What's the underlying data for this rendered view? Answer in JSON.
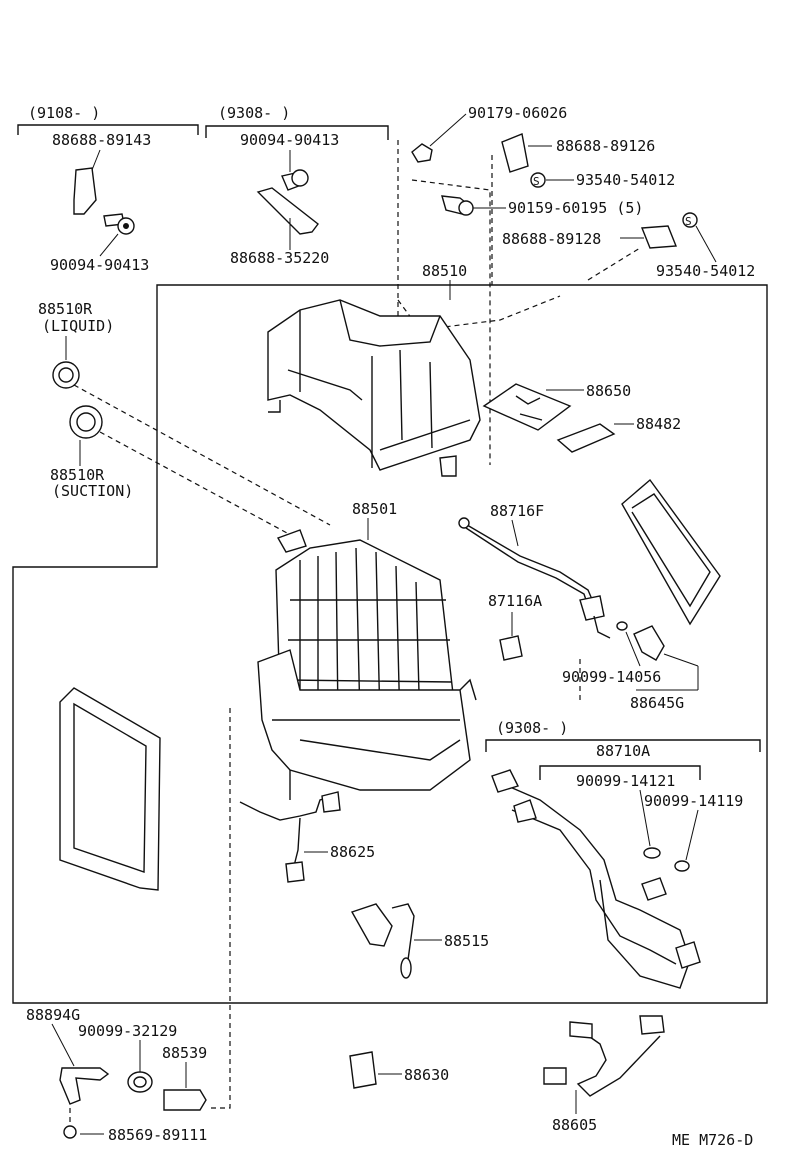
{
  "footer_code": "ME  M726-D",
  "groups": {
    "g9108": "(9108-        )",
    "g9308a": "(9308-        )",
    "g9308b": "(9308-        )"
  },
  "parts": {
    "p88688_89143": "88688-89143",
    "p90094_90413a": "90094-90413",
    "p90094_90413b": "90094-90413",
    "p88688_35220": "88688-35220",
    "p90179_06026": "90179-06026",
    "p88688_89126": "88688-89126",
    "p93540_54012a": "93540-54012",
    "p90159_60195": "90159-60195 (5)",
    "p88688_89128": "88688-89128",
    "p93540_54012b": "93540-54012",
    "p88510": "88510",
    "p88510R_liquid": "88510R",
    "liquid_note": "(LIQUID)",
    "p88510R_suction": "88510R",
    "suction_note": "(SUCTION)",
    "p88650": "88650",
    "p88482": "88482",
    "p88501": "88501",
    "p88716F": "88716F",
    "p87116A": "87116A",
    "p90099_14056": "90099-14056",
    "p88645G": "88645G",
    "p88710A": "88710A",
    "p90099_14121": "90099-14121",
    "p90099_14119": "90099-14119",
    "p88625": "88625",
    "p88515": "88515",
    "p88894G": "88894G",
    "p90099_32129": "90099-32129",
    "p88539": "88539",
    "p88630": "88630",
    "p88569_89111": "88569-89111",
    "p88605": "88605"
  },
  "icons": {
    "s_marker": "S"
  }
}
